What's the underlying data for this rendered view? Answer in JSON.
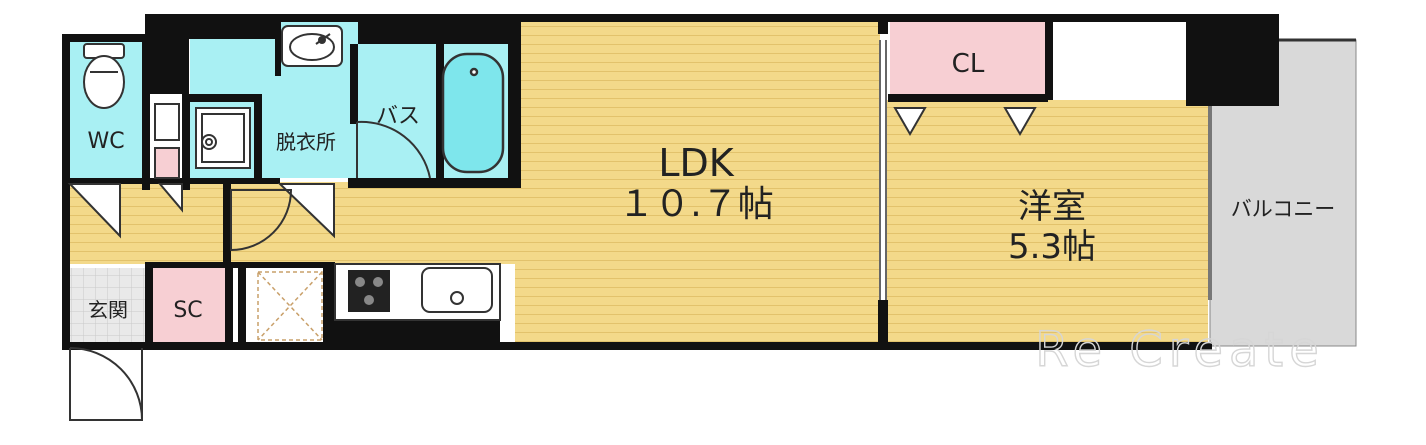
{
  "rooms": {
    "wc": "WC",
    "washroom": "脱衣所",
    "bath": "バス",
    "ldk_name": "LDK",
    "ldk_size": "１０.７帖",
    "bedroom_name": "洋室",
    "bedroom_size": "5.3帖",
    "closet": "CL",
    "balcony": "バルコニー",
    "entrance": "玄関",
    "shoe_closet": "SC"
  },
  "watermark": "Re Create",
  "colors": {
    "wall": "#111111",
    "floor_wood": "#f3d98a",
    "floor_wood_line": "#e2c26c",
    "wet_area": "#a9f0f3",
    "closet": "#f7cfd3",
    "balcony": "#d9d9d9",
    "entrance_tile": "#e6e6e6"
  }
}
